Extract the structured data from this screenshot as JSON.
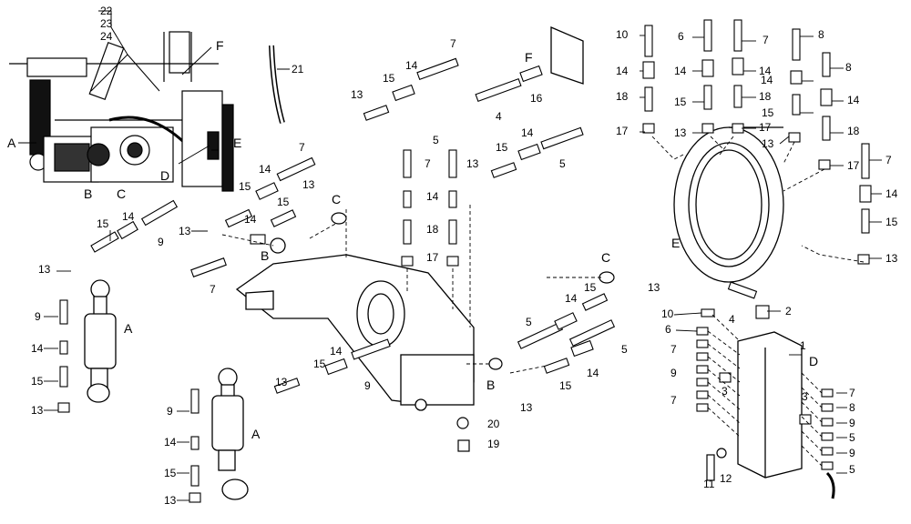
{
  "parts": [
    {
      "id": "p1",
      "text": "1"
    },
    {
      "id": "p2",
      "text": "2"
    },
    {
      "id": "p3",
      "text": "3"
    },
    {
      "id": "p4",
      "text": "4"
    },
    {
      "id": "p5",
      "text": "5"
    },
    {
      "id": "p6",
      "text": "6"
    },
    {
      "id": "p7",
      "text": "7"
    },
    {
      "id": "p8",
      "text": "8"
    },
    {
      "id": "p9",
      "text": "9"
    },
    {
      "id": "p10",
      "text": "10"
    },
    {
      "id": "p11",
      "text": "11"
    },
    {
      "id": "p12",
      "text": "12"
    },
    {
      "id": "p13",
      "text": "13"
    },
    {
      "id": "p14",
      "text": "14"
    },
    {
      "id": "p15",
      "text": "15"
    },
    {
      "id": "p16",
      "text": "16"
    },
    {
      "id": "p17",
      "text": "17"
    },
    {
      "id": "p18",
      "text": "18"
    },
    {
      "id": "p19",
      "text": "19"
    },
    {
      "id": "p20",
      "text": "20"
    },
    {
      "id": "p21",
      "text": "21"
    },
    {
      "id": "p22",
      "text": "22"
    },
    {
      "id": "p23",
      "text": "23"
    },
    {
      "id": "p24",
      "text": "24"
    }
  ],
  "sections": {
    "A": "A",
    "B": "B",
    "C": "C",
    "D": "D",
    "E": "E",
    "F": "F"
  }
}
